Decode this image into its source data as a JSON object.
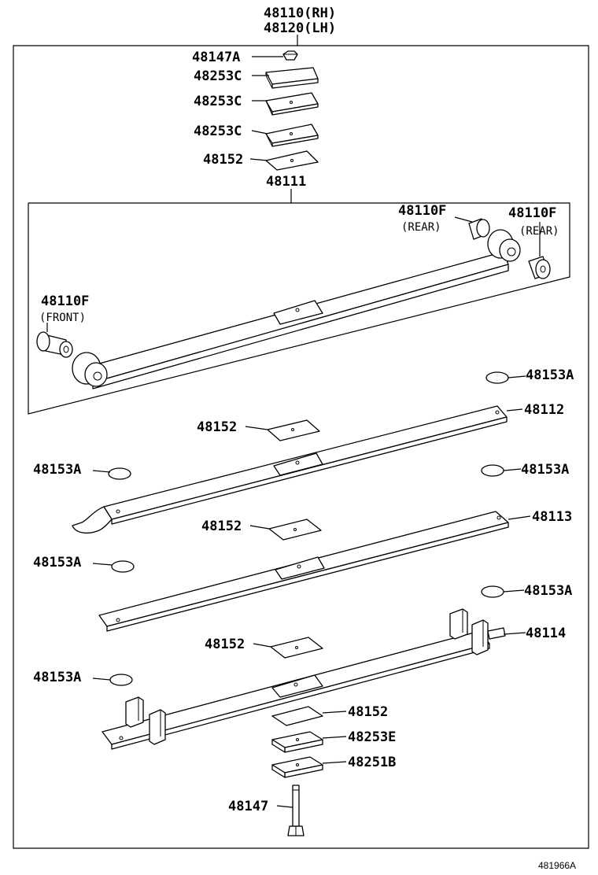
{
  "header": {
    "rh_label": "48110(RH)",
    "lh_label": "48120(LH)"
  },
  "labels": {
    "nut_top": "48147A",
    "spacer_1": "48253C",
    "spacer_2": "48253C",
    "spacer_3": "48253C",
    "pad_top": "48152",
    "main_leaf": "48111",
    "bush_rear_inner": "48110F",
    "bush_rear_inner_note": "(REAR)",
    "bush_rear_outer": "48110F",
    "bush_rear_outer_note": "(REAR)",
    "bush_front": "48110F",
    "bush_front_note": "(FRONT)",
    "button_r1": "48153A",
    "leaf_2": "48112",
    "pad_2": "48152",
    "button_l1": "48153A",
    "button_r2": "48153A",
    "leaf_3": "48113",
    "pad_3": "48152",
    "button_l2": "48153A",
    "button_r3": "48153A",
    "leaf_4": "48114",
    "pad_4": "48152",
    "button_l3": "48153A",
    "pad_bottom": "48152",
    "spacer_bottom_1": "48253E",
    "spacer_bottom_2": "48251B",
    "center_bolt": "48147"
  },
  "footer": {
    "diagram_ref": "481966A"
  }
}
